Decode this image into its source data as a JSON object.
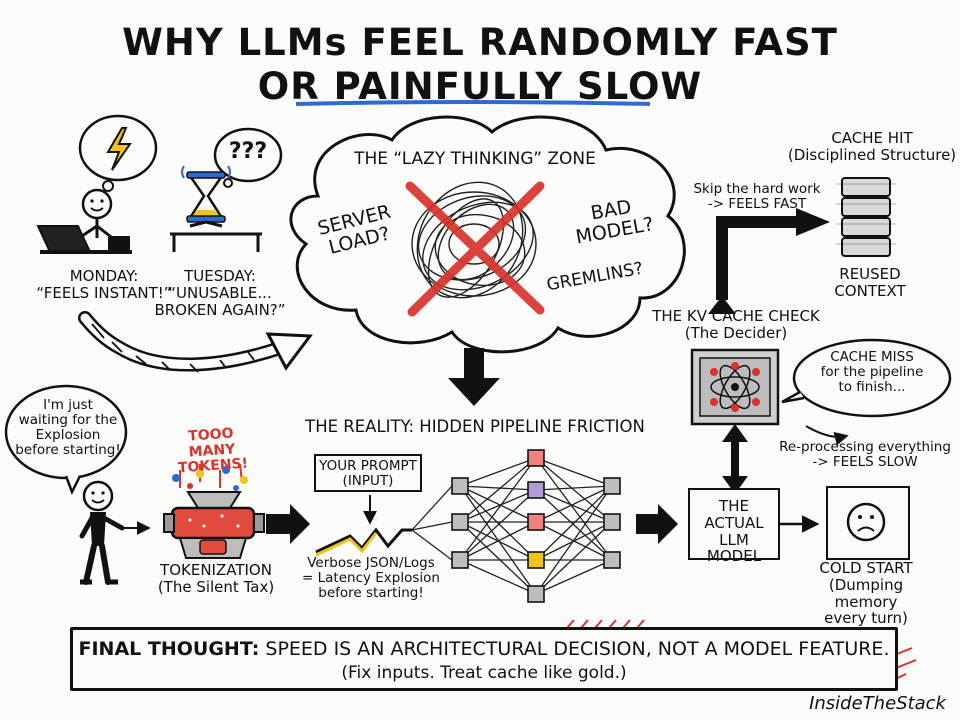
{
  "title": {
    "line1": "WHY LLMs FEEL RANDOMLY FAST",
    "line2": "OR PAINFULLY SLOW"
  },
  "monday": {
    "label": "MONDAY:\n“FEELS INSTANT!”",
    "icon": "lightning-icon"
  },
  "tuesday": {
    "bubble": "???",
    "label": "TUESDAY:\n“UNUSABLE...\nBROKEN AGAIN?”",
    "icon": "hourglass-icon"
  },
  "cloud": {
    "title": "THE “LAZY THINKING” ZONE",
    "server_load": "SERVER\nLOAD?",
    "bad_model": "BAD\nMODEL?",
    "gremlins": "GREMLINS?"
  },
  "user": {
    "bubble": "I'm just\nwaiting for the\nExplosion\nbefore starting!"
  },
  "tokenization": {
    "exclaim": "TOOO\nMANY TOKENS!",
    "label": "TOKENIZATION\n(The Silent Tax)"
  },
  "reality": {
    "title": "THE REALITY: HIDDEN PIPELINE FRICTION",
    "prompt_box": "YOUR PROMPT\n(INPUT)",
    "verbose_note": "Verbose JSON/Logs\n= Latency Explosion\nbefore starting!"
  },
  "cache_hit": {
    "title": "CACHE HIT\n(Disciplined Structure)",
    "skip_note": "Skip the hard work\n-> FEELS FAST",
    "reused": "REUSED\nCONTEXT"
  },
  "kv_check": {
    "title": "THE KV CACHE CHECK\n(The Decider)",
    "miss_bubble": "CACHE MISS\nfor the pipeline\nto finish...",
    "reprocess_note": "Re-processing everything\n-> FEELS SLOW"
  },
  "model_box": {
    "label": "THE\nACTUAL\nLLM MODEL"
  },
  "cold_start": {
    "label": "COLD START\n(Dumping memory\nevery turn)"
  },
  "final": {
    "head": "FINAL THOUGHT:",
    "body": " SPEED IS AN ARCHITECTURAL DECISION, NOT A MODEL FEATURE.",
    "sub": "(Fix inputs. Treat cache like gold.)"
  },
  "signature": "InsideTheStack",
  "colors": {
    "red": "#d9332b",
    "blue": "#2e6bd1",
    "yellow": "#f3c21b",
    "gray": "#9a9a9a"
  },
  "network_node_colors": [
    "gray",
    "gray",
    "gray",
    "red",
    "purple",
    "red",
    "yellow",
    "gray",
    "gray",
    "gray",
    "gray"
  ]
}
